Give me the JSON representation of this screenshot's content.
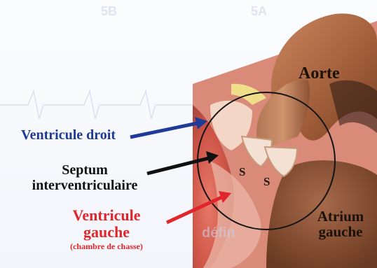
{
  "background": {
    "ghost_label_5a": "5A",
    "ghost_label_5b": "5B",
    "ghost_text_line": "défin"
  },
  "labels": {
    "aorte": "Aorte",
    "ventricule_droit": "Ventricule droit",
    "septum_line1": "Septum",
    "septum_line2": "interventriculaire",
    "ventricule_gauche_line1": "Ventricule",
    "ventricule_gauche_line2": "gauche",
    "chambre_de_chasse": "(chambre de chasse)",
    "atrium_line1": "Atrium",
    "atrium_line2": "gauche",
    "sigmoid_1": "S",
    "sigmoid_2": "S"
  },
  "colors": {
    "ventricule_droit": "#1f3a97",
    "septum": "#111111",
    "ventricule_gauche": "#e0262a",
    "anatomy_label": "#1a1209"
  }
}
